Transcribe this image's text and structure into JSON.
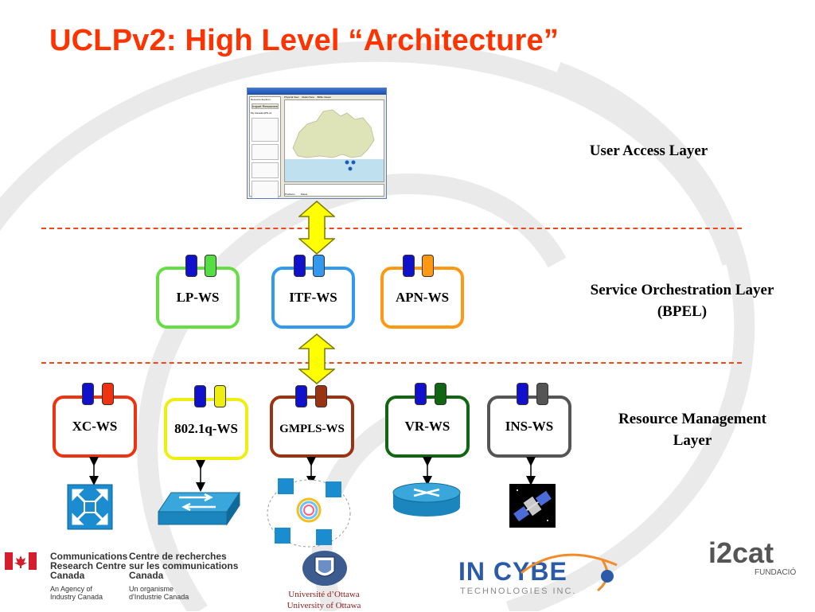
{
  "title": "UCLPv2: High Level “Architecture”",
  "layers": {
    "user_access": "User Access Layer",
    "orchestration_line1": "Service Orchestration Layer",
    "orchestration_line2": "(BPEL)",
    "resource_line1": "Resource Management",
    "resource_line2": "Layer"
  },
  "orchestration_services": [
    {
      "label": "LP-WS",
      "color": "#66dd44",
      "port_colors": [
        "#1111cc",
        "#55dd44"
      ]
    },
    {
      "label": "ITF-WS",
      "color": "#3399ee",
      "port_colors": [
        "#1111cc",
        "#3399ee"
      ]
    },
    {
      "label": "APN-WS",
      "color": "#ff9911",
      "port_colors": [
        "#1111cc",
        "#ff9911"
      ]
    }
  ],
  "resource_services": [
    {
      "label": "XC-WS",
      "color": "#ee3311",
      "port_colors": [
        "#1111cc",
        "#ee3311"
      ]
    },
    {
      "label": "802.1q-WS",
      "color": "#eeee11",
      "port_colors": [
        "#1111cc",
        "#eeee11"
      ]
    },
    {
      "label": "GMPLS-WS",
      "color": "#993311",
      "port_colors": [
        "#1111cc",
        "#993311"
      ]
    },
    {
      "label": "VR-WS",
      "color": "#116611",
      "port_colors": [
        "#1111cc",
        "#116611"
      ]
    },
    {
      "label": "INS-WS",
      "color": "#555555",
      "port_colors": [
        "#1111cc",
        "#555555"
      ]
    }
  ],
  "devices": [
    "crossconnect-switch-icon",
    "ethernet-switch-icon",
    "gmpls-network-icon",
    "router-icon",
    "satellite-icon"
  ],
  "app_window_text": {
    "title": "UCLP User Main Panel",
    "side_heading": "Resource Explorer",
    "side_button": "Import Resources",
    "side_sub": "My Canada APN v2",
    "tab1": "Physical View",
    "tab2": "Model View",
    "tab3": "BPEL Viewer",
    "bottom1": "Problems",
    "bottom2": "Status"
  },
  "logos": {
    "crc_en1": "Communications",
    "crc_en2": "Research Centre",
    "crc_en3": "Canada",
    "crc_fr1": "Centre de recherches",
    "crc_fr2": "sur les communications",
    "crc_fr3": "Canada",
    "crc_agency_en1": "An Agency of",
    "crc_agency_en2": "Industry Canada",
    "crc_agency_fr1": "Un organisme",
    "crc_agency_fr2": "d'Industrie Canada",
    "uottawa_fr": "Université d’Ottawa",
    "uottawa_en": "University of Ottawa",
    "inocybe_main": "IN CYBE",
    "inocybe_sub": "TECHNOLOGIES INC.",
    "i2cat_main": "i2cat",
    "i2cat_sub": "FUNDACIÓ"
  },
  "colors": {
    "title": "#ff3300",
    "dash": "#e8491d",
    "arrow_fill": "#ffff00",
    "arrow_stroke": "#7a7a00"
  }
}
